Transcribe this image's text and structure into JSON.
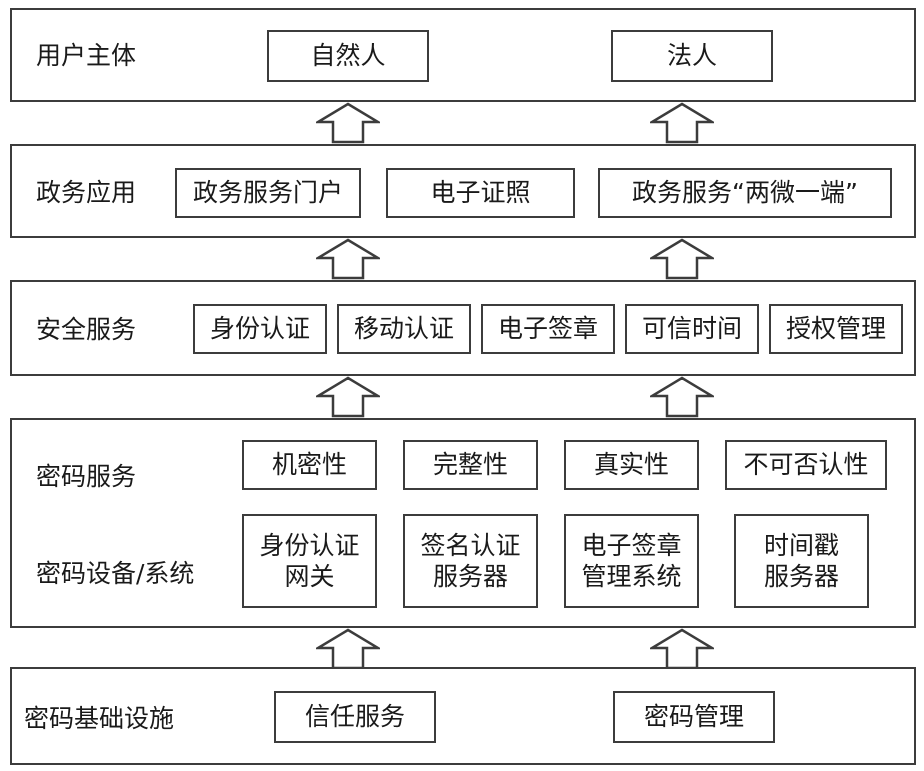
{
  "layers": {
    "user": {
      "label": "用户主体",
      "items": [
        "自然人",
        "法人"
      ]
    },
    "gov": {
      "label": "政务应用",
      "items": [
        "政务服务门户",
        "电子证照",
        "政务服务“两微一端”"
      ]
    },
    "security": {
      "label": "安全服务",
      "items": [
        "身份认证",
        "移动认证",
        "电子签章",
        "可信时间",
        "授权管理"
      ]
    },
    "crypto": {
      "service_label": "密码服务",
      "service_items": [
        "机密性",
        "完整性",
        "真实性",
        "不可否认性"
      ],
      "device_label": "密码设备/系统",
      "device_items": [
        "身份认证\n网关",
        "签名认证\n服务器",
        "电子签章\n管理系统",
        "时间戳\n服务器"
      ]
    },
    "infra": {
      "label": "密码基础设施",
      "items": [
        "信任服务",
        "密码管理"
      ]
    }
  },
  "arrow_icon": "hollow-up-arrow-icon",
  "colors": {
    "border": "#3c3c3c",
    "text": "#1a1a1a"
  }
}
